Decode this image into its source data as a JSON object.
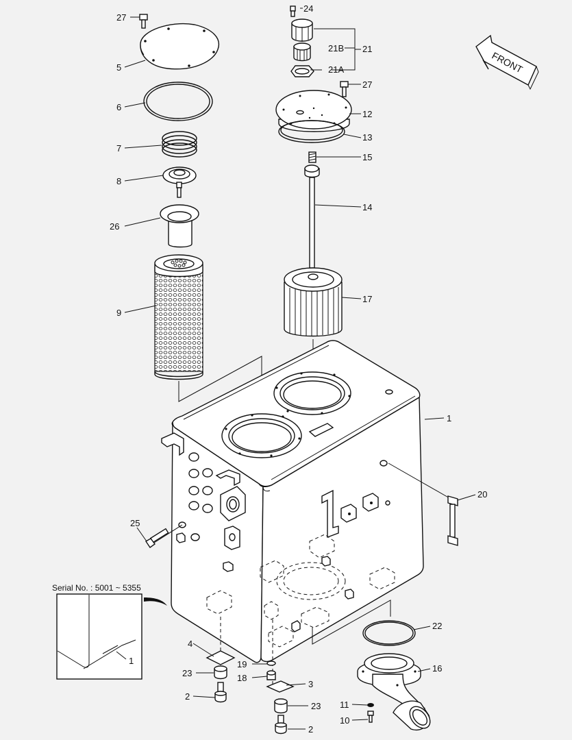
{
  "direction_label": "FRONT",
  "serial_note": {
    "text": "Serial No.  : 5001 ~ 5355"
  },
  "callouts": [
    {
      "id": "c27a",
      "text": "27"
    },
    {
      "id": "c5",
      "text": "5"
    },
    {
      "id": "c6",
      "text": "6"
    },
    {
      "id": "c7",
      "text": "7"
    },
    {
      "id": "c8",
      "text": "8"
    },
    {
      "id": "c26",
      "text": "26"
    },
    {
      "id": "c9",
      "text": "9"
    },
    {
      "id": "c24",
      "text": "24"
    },
    {
      "id": "c21B",
      "text": "21B"
    },
    {
      "id": "c21",
      "text": "21"
    },
    {
      "id": "c21A",
      "text": "21A"
    },
    {
      "id": "c27b",
      "text": "27"
    },
    {
      "id": "c12",
      "text": "12"
    },
    {
      "id": "c13",
      "text": "13"
    },
    {
      "id": "c15",
      "text": "15"
    },
    {
      "id": "c14",
      "text": "14"
    },
    {
      "id": "c17",
      "text": "17"
    },
    {
      "id": "c1",
      "text": "1"
    },
    {
      "id": "c20",
      "text": "20"
    },
    {
      "id": "c25",
      "text": "25"
    },
    {
      "id": "c1b",
      "text": "1"
    },
    {
      "id": "c4",
      "text": "4"
    },
    {
      "id": "c19",
      "text": "19"
    },
    {
      "id": "c23a",
      "text": "23"
    },
    {
      "id": "c18",
      "text": "18"
    },
    {
      "id": "c3",
      "text": "3"
    },
    {
      "id": "c2a",
      "text": "2"
    },
    {
      "id": "c23b",
      "text": "23"
    },
    {
      "id": "c2b",
      "text": "2"
    },
    {
      "id": "c22",
      "text": "22"
    },
    {
      "id": "c16",
      "text": "16"
    },
    {
      "id": "c11",
      "text": "11"
    },
    {
      "id": "c10",
      "text": "10"
    }
  ]
}
